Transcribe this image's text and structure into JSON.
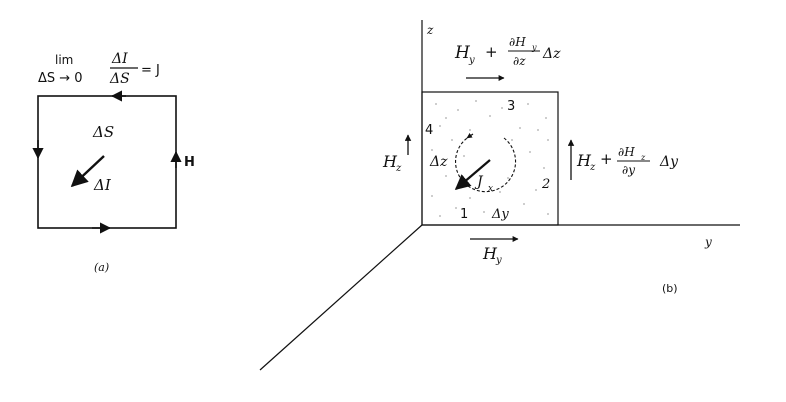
{
  "colors": {
    "ink": "#111111",
    "background": "#ffffff"
  },
  "panel_a": {
    "lim_text": "lim",
    "lim_sub": "ΔS → 0",
    "frac_num": "ΔI",
    "frac_den": "ΔS",
    "equals_J": "= J",
    "area_label": "ΔS",
    "current_label": "ΔI",
    "field_label": "H",
    "caption": "(a)"
  },
  "panel_b": {
    "axis_z": "z",
    "axis_y": "y",
    "top_field": "H",
    "top_field_sub": "y",
    "top_plus": "+",
    "top_frac_num": "∂H",
    "top_frac_num_sub": "y",
    "top_frac_den": "∂z",
    "top_delta": "Δz",
    "left_field": "H",
    "left_field_sub": "z",
    "right_field": "H",
    "right_field_sub": "z",
    "right_plus": "+",
    "right_frac_num": "∂H",
    "right_frac_num_sub": "z",
    "right_frac_den": "∂y",
    "right_delta": "Δy",
    "bottom_field": "H",
    "bottom_field_sub": "y",
    "side_1": "1",
    "side_2": "2",
    "side_3": "3",
    "side_4": "4",
    "delta_z": "Δz",
    "delta_y": "Δy",
    "current_J": "J",
    "current_J_sub": "x",
    "caption": "(b)"
  }
}
